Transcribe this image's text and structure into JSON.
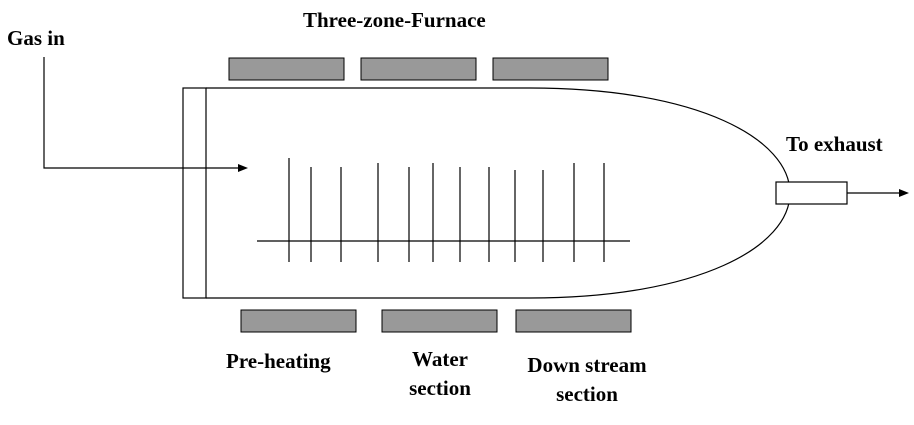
{
  "title": "Three-zone-Furnace",
  "labels": {
    "gas_in": "Gas in",
    "to_exhaust": "To exhaust",
    "zones": [
      {
        "line1": "Pre-heating",
        "line2": ""
      },
      {
        "line1": "Water",
        "line2": "section"
      },
      {
        "line1": "Down stream",
        "line2": "section"
      }
    ]
  },
  "colors": {
    "heater_fill": "#999999",
    "line": "#000000",
    "background": "#ffffff"
  }
}
